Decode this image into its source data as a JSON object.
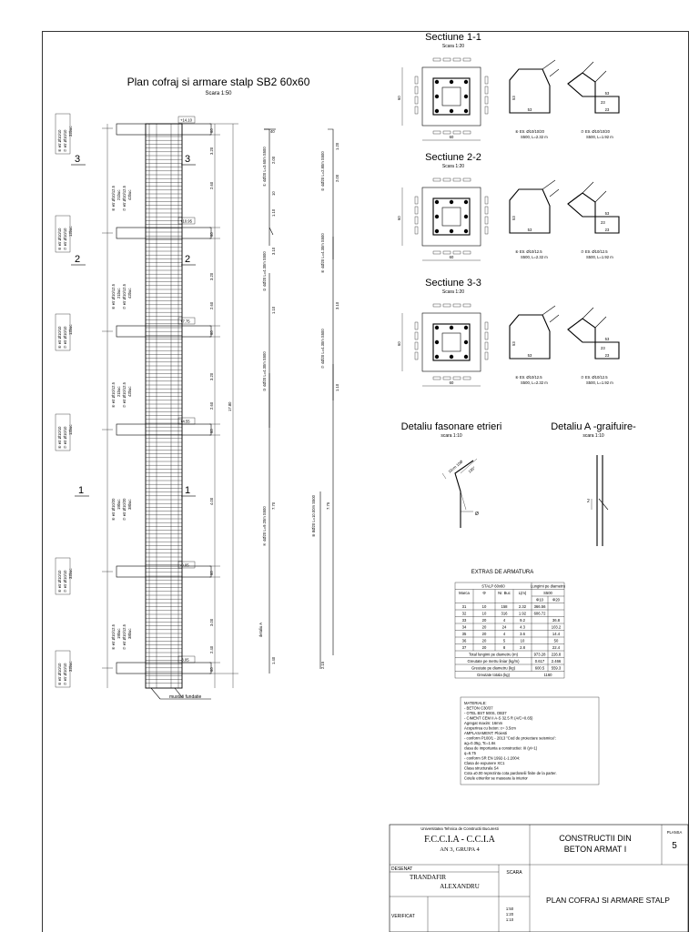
{
  "plan": {
    "title": "Plan cofraj si armare stalp SB2 60x60",
    "scale": "Scara 1:50",
    "levels": [
      "+14.10",
      "+10.95",
      "+7.75",
      "+4.55",
      "-0.05",
      "-3.05"
    ],
    "section_marks": [
      "3",
      "3",
      "2",
      "2",
      "1",
      "1"
    ],
    "dims_column": [
      "60",
      "3.20",
      "2.60",
      "60",
      "3.20",
      "2.60",
      "60",
      "3.20",
      "2.60",
      "60",
      "4.00",
      "60",
      "3.00",
      "2.40",
      "60"
    ],
    "total_height": "17.80",
    "stirrup_notes": [
      {
        "a": "⑥ etr.Ø10/10",
        "b": "⑦ etr.Ø10/10",
        "c": "32buc"
      },
      {
        "a": "⑥ etr.Ø10/10",
        "b": "⑦ etr.Ø10/10",
        "c": "12buc"
      },
      {
        "a": "⑥ etr.Ø10/10",
        "b": "⑦ etr.Ø10/10",
        "c": "12buc"
      },
      {
        "a": "⑥ etr.Ø10/10",
        "b": "⑦ etr.Ø10/10",
        "c": "12buc"
      },
      {
        "a": "⑥ etr.Ø10/10",
        "b": "⑦ etr.Ø10/10",
        "c": "32buc"
      },
      {
        "a": "⑥ etr.Ø10/10",
        "b": "⑦ etr.Ø10/10",
        "c": "32buc"
      }
    ],
    "span_notes": [
      {
        "a": "⑥ etr.Ø10/12.5",
        "b": "21buc",
        "c": "⑦ etr.Ø10/12.5",
        "d": "42buc"
      },
      {
        "a": "⑥ etr.Ø10/12.5",
        "b": "21buc",
        "c": "⑦ etr.Ø10/12.5",
        "d": "42buc"
      },
      {
        "a": "⑥ etr.Ø10/12.5",
        "b": "21buc",
        "c": "⑦ etr.Ø10/12.5",
        "d": "42buc"
      },
      {
        "a": "⑥ etr.Ø10/20",
        "b": "19buc",
        "c": "⑦ etr.Ø10/20",
        "d": "38buc"
      },
      {
        "a": "⑥ etr.Ø10/12.5",
        "b": "19buc",
        "c": "⑦ etr.Ø10/12.5",
        "d": "38buc"
      }
    ],
    "bar_labels": [
      "① 4Ø20 L=3.60m S500",
      "② 4Ø20 L=4.30m S500",
      "③ 4Ø20 L=4.30m S500",
      "④ 4Ø20 L=9.20m S500",
      "⑤ 4Ø20 L=2.80m S500",
      "⑥ 4Ø20 L=4.30m S500",
      "⑦ 4Ø20 L=4.30m S500",
      "⑧ 8Ø20 L=10.00m S500"
    ],
    "bar_dims": [
      "40",
      "2.00",
      "1.10",
      "10",
      "3.10",
      "1.10",
      "7.70",
      "1.40",
      "1.20",
      "2.00",
      "3.10",
      "1.10",
      "7.75",
      "2.15"
    ],
    "detail_a": "detaliu A",
    "footing": "mustati fundatie"
  },
  "sections": [
    {
      "title": "Sectiune 1-1",
      "scale": "Scara 1:20",
      "dim": "60",
      "dim_side": "60",
      "stirrup1": "⑥ Etr. Ø10/10/20",
      "stirrup1b": "S500, L=2.32 m",
      "stirrup2": "⑦ Etr. Ø10/10/20",
      "stirrup2b": "S500, L=1.92 m",
      "n1": "53",
      "n2": "53",
      "n3": "23",
      "n4": "53",
      "n5": "23"
    },
    {
      "title": "Sectiune 2-2",
      "scale": "Scara 1:20",
      "dim": "60",
      "dim_side": "60",
      "stirrup1": "⑥ Etr. Ø10/12.5",
      "stirrup1b": "S500, L=2.32 m",
      "stirrup2": "⑦ Etr. Ø10/12.5",
      "stirrup2b": "S500, L=1.92 m",
      "n1": "53",
      "n2": "53",
      "n3": "23",
      "n4": "53",
      "n5": "23"
    },
    {
      "title": "Sectiune 3-3",
      "scale": "Scara 1:20",
      "dim": "60",
      "dim_side": "60",
      "stirrup1": "⑥ Etr. Ø10/12.5",
      "stirrup1b": "S500, L=2.32 m",
      "stirrup2": "⑦ Etr. Ø10/12.5",
      "stirrup2b": "S500, L=1.92 m",
      "n1": "53",
      "n2": "53",
      "n3": "23",
      "n4": "53",
      "n5": "23"
    }
  ],
  "details": {
    "stirrup_title": "Detaliu fasonare etrieri",
    "stirrup_scale": "scara 1:10",
    "stirrup_dim": "10cm 10Ø",
    "stirrup_angle": "135°",
    "stirrup_phi": "Ø",
    "a_title": "Detaliu A -graifuire-",
    "a_scale": "scara 1:10",
    "a_num": "2"
  },
  "table": {
    "title": "EXTRAS DE ARMATURA",
    "group": "STALP 60x60",
    "lengths_header": "Lungimi pe diametru",
    "steel": "S500",
    "headers": [
      "Marca",
      "Φ",
      "Nr. Buc",
      "L(m)",
      "Φ10",
      "Φ20"
    ],
    "rows": [
      [
        "31",
        "10",
        "158",
        "2.32",
        "366.56",
        ""
      ],
      [
        "32",
        "10",
        "316",
        "1.92",
        "606.72",
        ""
      ],
      [
        "33",
        "20",
        "4",
        "9.2",
        "",
        "36.8"
      ],
      [
        "34",
        "20",
        "24",
        "4.3",
        "",
        "103.2"
      ],
      [
        "35",
        "20",
        "4",
        "3.6",
        "",
        "14.4"
      ],
      [
        "36",
        "20",
        "5",
        "10",
        "",
        "50"
      ],
      [
        "37",
        "20",
        "8",
        "2.8",
        "",
        "22.4"
      ]
    ],
    "totals": [
      {
        "label": "Total lungimi pe diametru (m)",
        "v1": "973.28",
        "v2": "226.8"
      },
      {
        "label": "Greutate pe metru liniar (kg/m)",
        "v1": "0.617",
        "v2": "2.466"
      },
      {
        "label": "Greutate pe diametru (kg)",
        "v1": "600.5",
        "v2": "559.3"
      }
    ],
    "grand_label": "Greutate totala (kg)",
    "grand_value": "1160"
  },
  "materials": [
    "MATERIALE:",
    " - BETON C30/37",
    " - OTEL BST 500S, OB37",
    " - CIMENT CEM II A-S 32.5 R (A/C=0.65)",
    "Agregat maxim: 16mm",
    "Acoperirea cu beton: c= 3.5cm",
    "AMPLASAMENT: Ploiesti",
    " - conform P100/1 - 2013 \"Cod de proiectare seismica\":",
    "     ag=0.35g,  Tc=1.6s",
    "     clasa de importanta a constructiei: III (γI=1)",
    "     q=6.75",
    " - conform SR EN 1992-1-1:2004:",
    "     Clasa de expunere XC1",
    "     Clasa structurala S4",
    "Cota ±0.00 reprezinta cota pardoselii finite de la parter.",
    "Cotele etrierilor se masoara la interior"
  ],
  "titleblock": {
    "university": "Universitatea Tehnica de Constructii Bucuresti",
    "faculty": "F.C.C.I.A - C.C.I.A",
    "group": "AN 3, GRUPA 4",
    "course1": "CONSTRUCTII DIN",
    "course2": "BETON ARMAT I",
    "plansa_label": "PLANSA",
    "plansa_num": "5",
    "desenat": "DESENAT",
    "author1": "TRANDAFIR",
    "author2": "ALEXANDRU",
    "scara": "SCARA",
    "scales": [
      "1:50",
      "1:20",
      "1:10"
    ],
    "verificat": "VERIFICAT",
    "drawing_title": "PLAN COFRAJ SI ARMARE STALP"
  }
}
